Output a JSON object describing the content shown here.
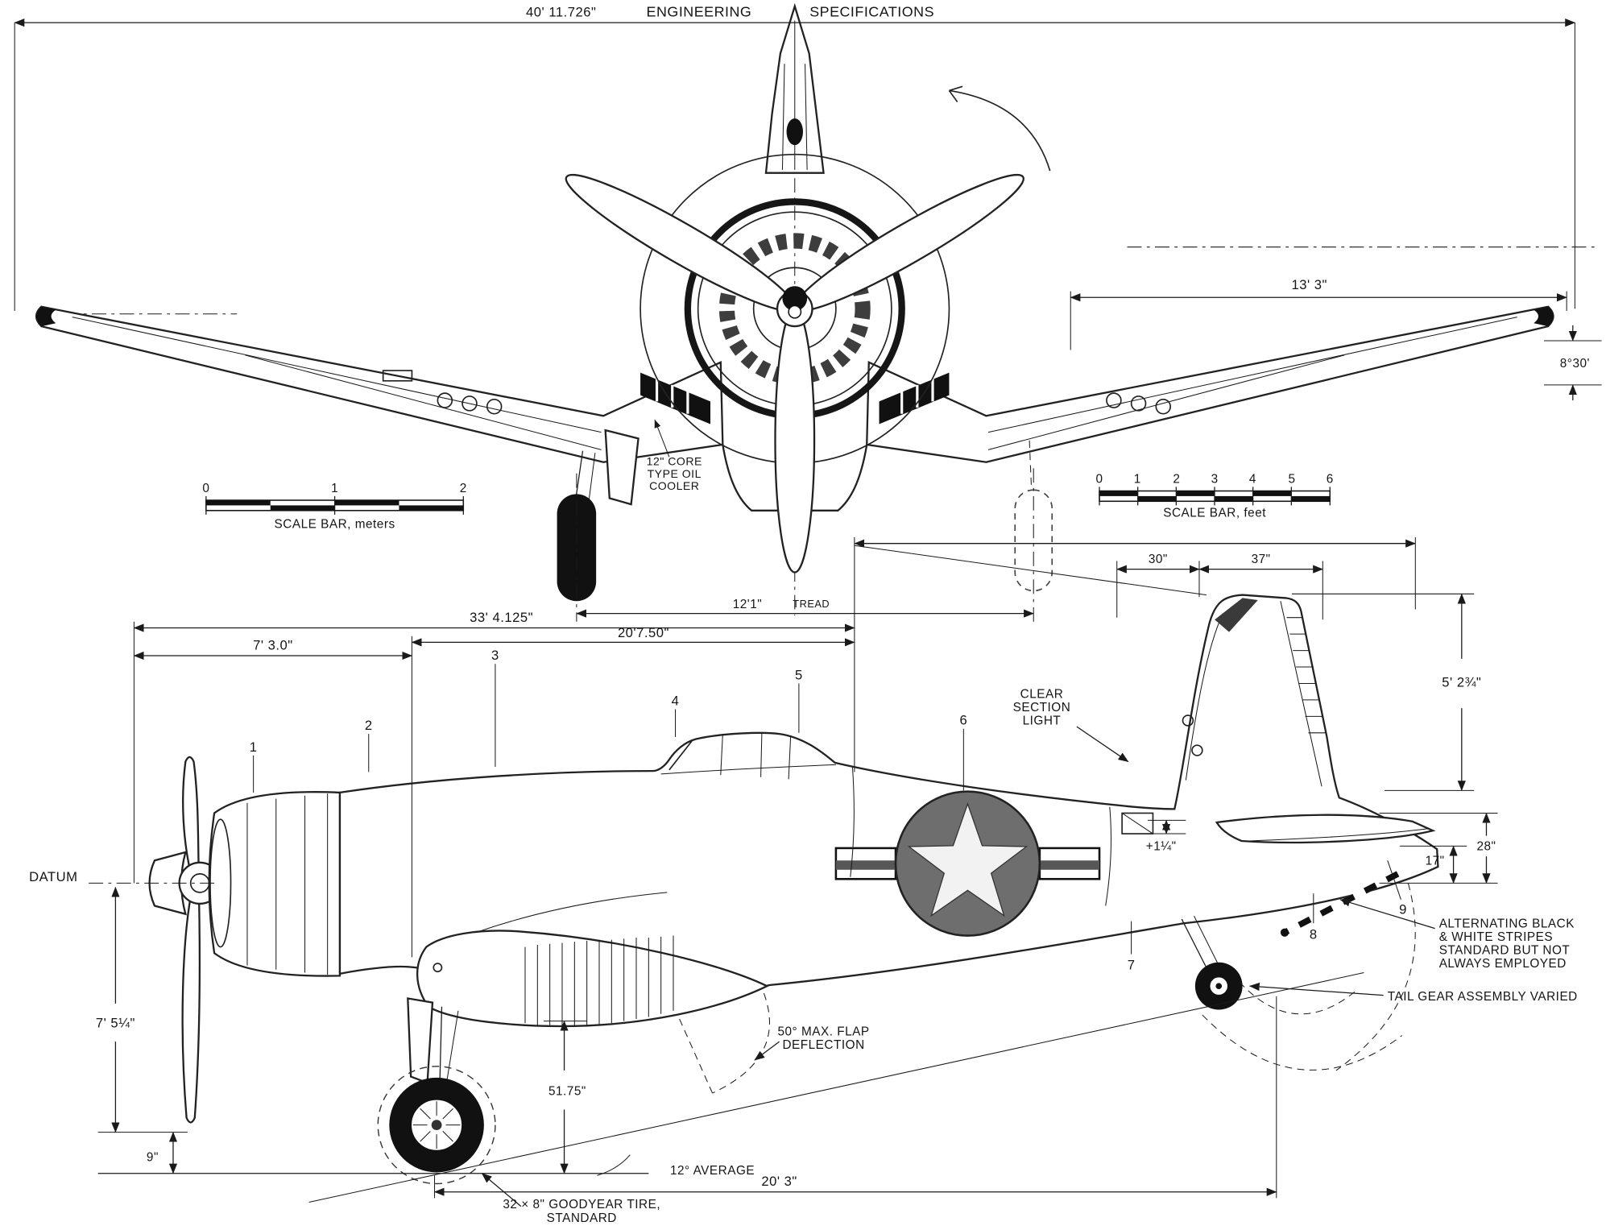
{
  "title": {
    "left": "ENGINEERING",
    "right": "SPECIFICATIONS"
  },
  "front_view": {
    "wingspan": "40' 11.726\"",
    "panel_dim": "13' 3\"",
    "dihedral": "8°30'",
    "tread_value": "12'1\"",
    "tread_word": "TREAD",
    "oil_cooler": [
      "12\" CORE",
      "TYPE OIL",
      "COOLER"
    ]
  },
  "scale_meters": {
    "ticks": [
      "0",
      "1",
      "2"
    ],
    "label": "SCALE BAR, meters"
  },
  "scale_feet": {
    "ticks": [
      "0",
      "1",
      "2",
      "3",
      "4",
      "5",
      "6"
    ],
    "label": "SCALE BAR, feet"
  },
  "side_view": {
    "length": "33' 4.125\"",
    "dim_20_7": "20'7.50\"",
    "dim_7_3": "7' 3.0\"",
    "fin_30": "30\"",
    "fin_37": "37\"",
    "fin_height": "5' 2¾\"",
    "dim_28": "28\"",
    "dim_17": "17\"",
    "incidence": "+1¼\"",
    "clear_light": [
      "CLEAR",
      "SECTION",
      "LIGHT"
    ],
    "stripes": [
      "ALTERNATING BLACK",
      "& WHITE STRIPES",
      "STANDARD BUT NOT",
      "ALWAYS EMPLOYED"
    ],
    "tail_gear": "TAIL GEAR ASSEMBLY VARIED",
    "datum": "DATUM",
    "prop_radius": "7' 5¼\"",
    "dim_9": "9\"",
    "flap": [
      "50° MAX. FLAP",
      "DEFLECTION"
    ],
    "dim_51": "51.75\"",
    "angle_12": "12° AVERAGE",
    "dim_20_3": "20' 3\"",
    "tire": [
      "32 × 8\" GOODYEAR TIRE,",
      "STANDARD"
    ],
    "stations": [
      "1",
      "2",
      "3",
      "4",
      "5",
      "6",
      "7",
      "8",
      "9"
    ]
  }
}
